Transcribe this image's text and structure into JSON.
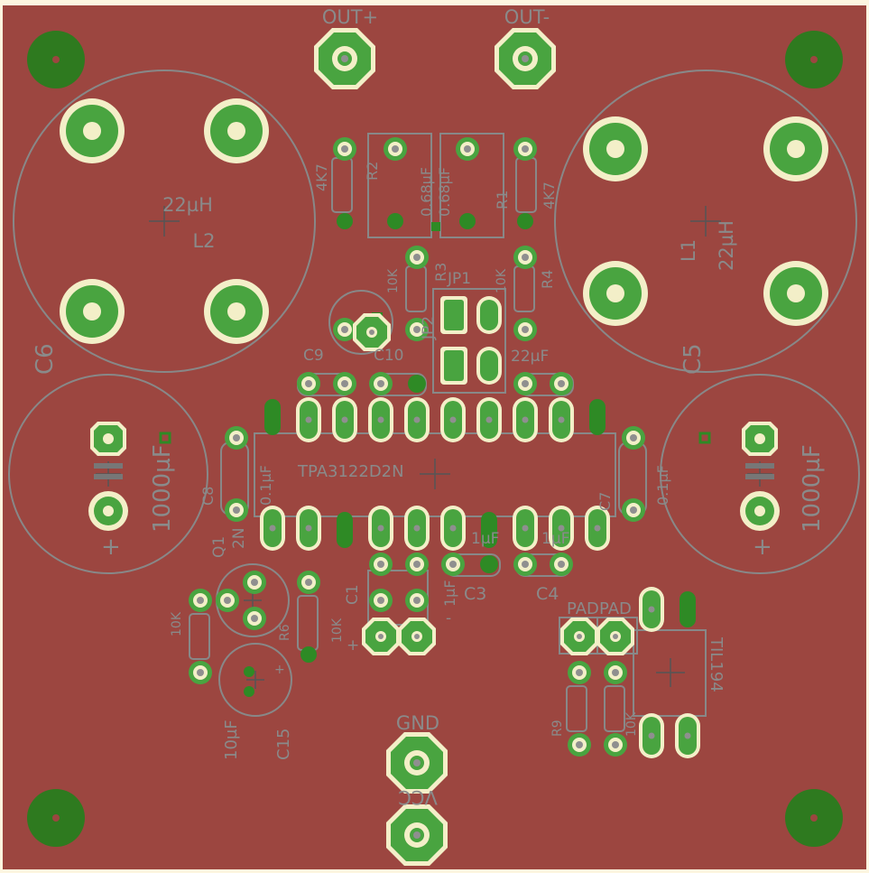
{
  "colors": {
    "board": "#9c4640",
    "edge": "#fdf6e0",
    "copper": "#49a440",
    "mounting": "#2e7a1f",
    "pad_ring": "#f3efc8",
    "silk": "#888888",
    "hole": "#8f8f8f"
  },
  "labels": {
    "out_plus": "OUT+",
    "out_minus": "OUT-",
    "gnd": "GND",
    "vcc": "VCC",
    "l2_value": "22µH",
    "l2_name": "L2",
    "l1_value": "22µH",
    "l1_name": "L1",
    "c6_name": "C6",
    "c5_name": "C5",
    "c6_value": "1000µF",
    "c5_value": "1000µF",
    "ic_name": "TPA3122D2N",
    "r2_name": "R2",
    "r1_name": "R1",
    "r3_name": "R3",
    "r4_name": "R4",
    "r6_name": "R6",
    "r9_name": "R9",
    "r_4k7_left": "4K7",
    "r_4k7_right": "4K7",
    "r_10k_a": "10K",
    "r_10k_b": "10K",
    "r_10k_c": "10K",
    "r_10k_d": "10K",
    "r_10k_e": "10K",
    "c_068_a": "0.68µF",
    "c_068_b": "0.68µF",
    "c9_name": "C9",
    "c10_name": "C10",
    "c8_name": "C8",
    "c7_name": "C7",
    "c7_value": "0.1µF",
    "c8_value": "0.1µF",
    "c1_name": "C1",
    "c3_name": "C3",
    "c4_name": "C4",
    "c15_name": "C15",
    "c15_value": "10µF",
    "c_22_value": "22µF",
    "c_1u_a": "1µF",
    "c_1u_b": "1µF",
    "c_1u_c": "1µF",
    "jp1": "JP1",
    "jp2": "JP2",
    "q1": "Q1",
    "q1_type": "2N",
    "pad1": "PAD",
    "pad2": "PAD",
    "til": "TIL194",
    "plus": "+",
    "minus": "-"
  }
}
